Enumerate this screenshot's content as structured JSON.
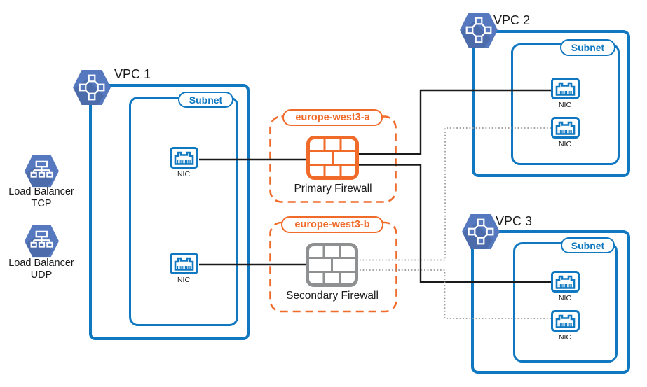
{
  "colors": {
    "box_blue": "#0F78C0",
    "hexagon_blue": "#5578BE",
    "zone_orange": "#F06B2A",
    "firewall_gray": "#8E9091",
    "line_black": "#1A1A1A",
    "line_dotted_gray": "#9A9A9A"
  },
  "load_balancers": [
    {
      "name": "Load Balancer",
      "protocol": "TCP"
    },
    {
      "name": "Load Balancer",
      "protocol": "UDP"
    }
  ],
  "vpcs": [
    {
      "title": "VPC 1",
      "subnet_label": "Subnet",
      "nics": [
        {
          "label": "NIC"
        },
        {
          "label": "NIC"
        }
      ]
    },
    {
      "title": "VPC 2",
      "subnet_label": "Subnet",
      "nics": [
        {
          "label": "NIC"
        },
        {
          "label": "NIC"
        }
      ]
    },
    {
      "title": "VPC 3",
      "subnet_label": "Subnet",
      "nics": [
        {
          "label": "NIC"
        },
        {
          "label": "NIC"
        }
      ]
    }
  ],
  "zones": [
    {
      "name": "europe-west3-a",
      "firewall": "Primary Firewall"
    },
    {
      "name": "europe-west3-b",
      "firewall": "Secondary Firewall"
    }
  ]
}
